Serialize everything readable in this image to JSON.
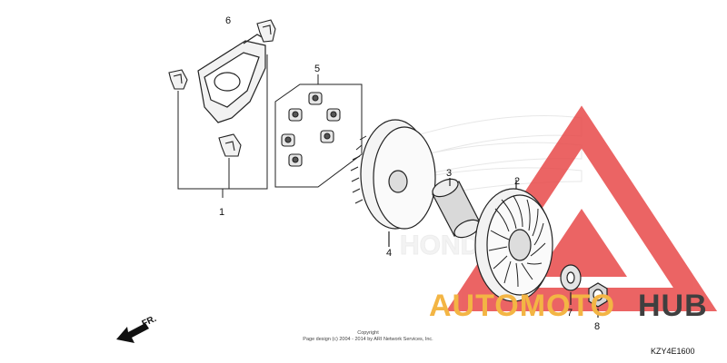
{
  "diagram": {
    "callouts": [
      "1",
      "2",
      "3",
      "4",
      "5",
      "6",
      "7",
      "8"
    ],
    "arrow_label": "FR.",
    "copyright_line1": "Copyright",
    "copyright_line2": "Page design (c) 2004 - 2014 by ARI Network Services, Inc.",
    "part_code": "KZY4E1600"
  },
  "watermark": {
    "text_primary": "AUTOMOTO",
    "text_secondary": "HUB",
    "color_primary": "#f3b544",
    "color_secondary": "#3f3f3f",
    "logo_color": "#e84a4a"
  }
}
